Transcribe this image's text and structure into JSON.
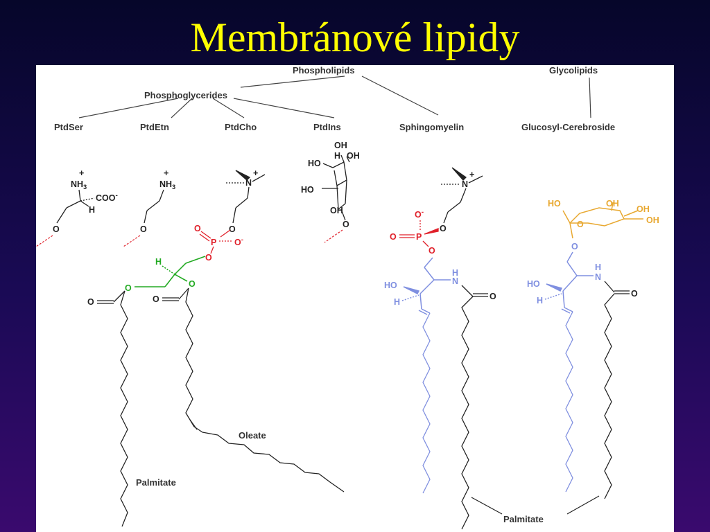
{
  "slide": {
    "title": "Membránové lipidy"
  },
  "tree": {
    "phospholipids": "Phospholipids",
    "glycolipids": "Glycolipids",
    "phosphoglycerides": "Phosphoglycerides",
    "ptdser": "PtdSer",
    "ptdetn": "PtdEtn",
    "ptdcho": "PtdCho",
    "ptdins": "PtdIns",
    "sphingomyelin": "Sphingomyelin",
    "glucosyl_cerebroside": "Glucosyl-Cerebroside"
  },
  "atoms": {
    "nh3": "NH",
    "sub3": "3",
    "plus": "+",
    "minus": "-",
    "n": "N",
    "o": "O",
    "o_minus": "O",
    "p": "P",
    "h": "H",
    "oh": "OH",
    "ho": "HO",
    "coo": "COO",
    "o_double": "O"
  },
  "labels": {
    "oleate": "Oleate",
    "palmitate_left": "Palmitate",
    "palmitate_right": "Palmitate"
  },
  "colors": {
    "title": "#ffff00",
    "black": "#222222",
    "phosphate": "#e0202a",
    "glycerol": "#22aa22",
    "sphingosine": "#7f8fe0",
    "sugar": "#e8a830"
  }
}
